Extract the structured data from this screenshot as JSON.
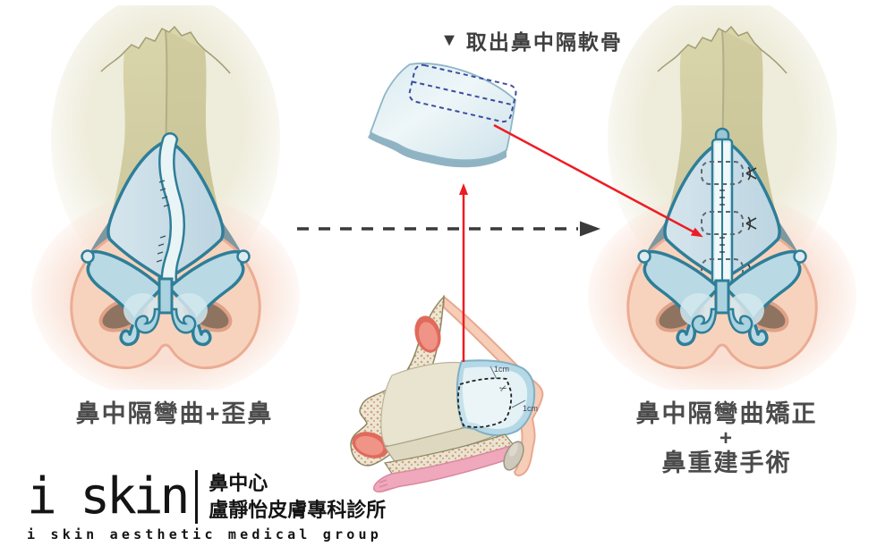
{
  "header": {
    "marker": "▼",
    "title": "取出鼻中隔軟骨"
  },
  "figures": {
    "left": {
      "caption": "鼻中隔彎曲+歪鼻"
    },
    "right": {
      "caption_lines": [
        "鼻中隔彎曲矯正",
        "+",
        "鼻重建手術"
      ]
    }
  },
  "cross_section": {
    "margin_label_upper": "1cm",
    "margin_label_lower": "1cm",
    "scissors_icon": "✂"
  },
  "logo": {
    "brand": "i skin",
    "unit": "鼻中心",
    "clinic": "盧靜怡皮膚專科診所",
    "tagline": "i skin aesthetic medical group"
  },
  "colors": {
    "accent_red": "#ed1c24",
    "arrow_dark": "#3a3a3a",
    "cartilage_outline_teal": "#2e7e98",
    "cartilage_fill_blue": "#c9dde8",
    "septum_fill": "#e9f4f6",
    "skin_peach": "#f7d3bd",
    "skin_outline": "#ebac93",
    "nostril_brown": "#8e7361",
    "bone_olive": "#d5d1a5",
    "shadow_teal_gray": "#7e98a2",
    "graft_dash_blue": "#3b4da0",
    "bone_marrow_red": "#c0532f",
    "sinus_red": "#e06a5c",
    "text_dark_gray": "#474747",
    "logo_black": "#141414"
  }
}
